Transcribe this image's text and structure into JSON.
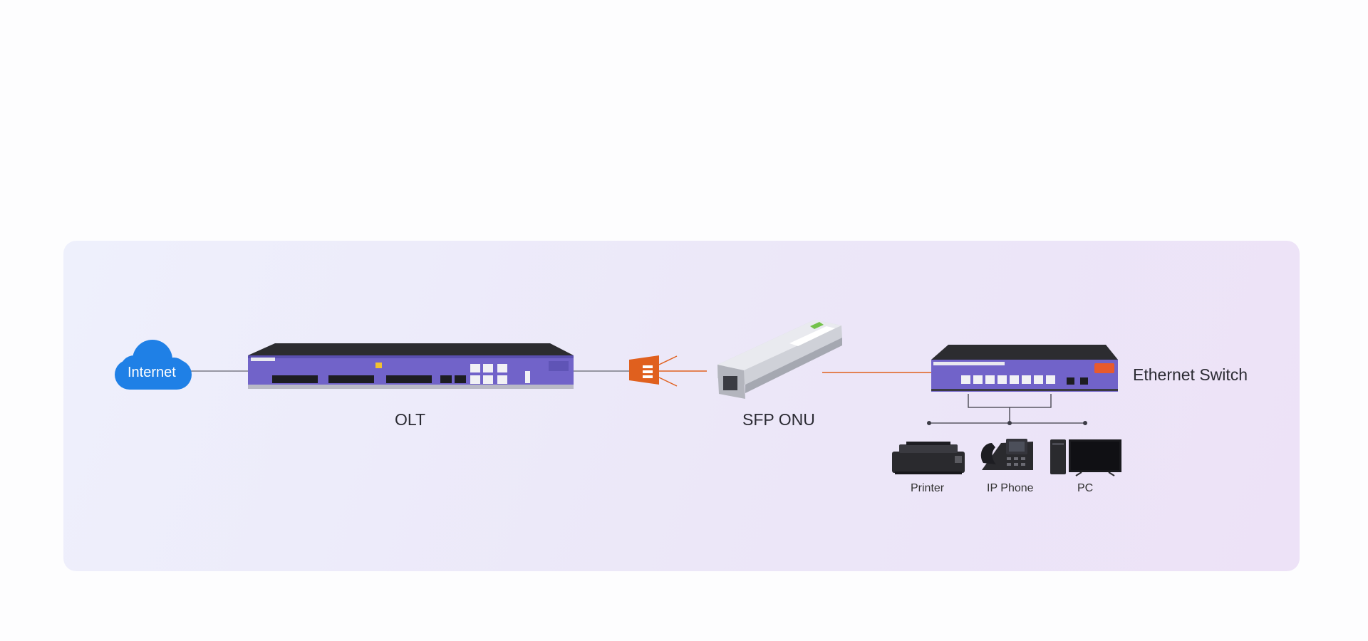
{
  "nodes": {
    "internet": "Internet",
    "olt": "OLT",
    "sfp_onu": "SFP ONU",
    "switch": "Ethernet Switch",
    "printer": "Printer",
    "ip_phone": "IP Phone",
    "pc": "PC"
  },
  "colors": {
    "cloud": "#1f80e6",
    "device_face": "#7163c9",
    "device_top": "#2c2c30",
    "fiber": "#e0601e",
    "line": "#6b6b75"
  }
}
